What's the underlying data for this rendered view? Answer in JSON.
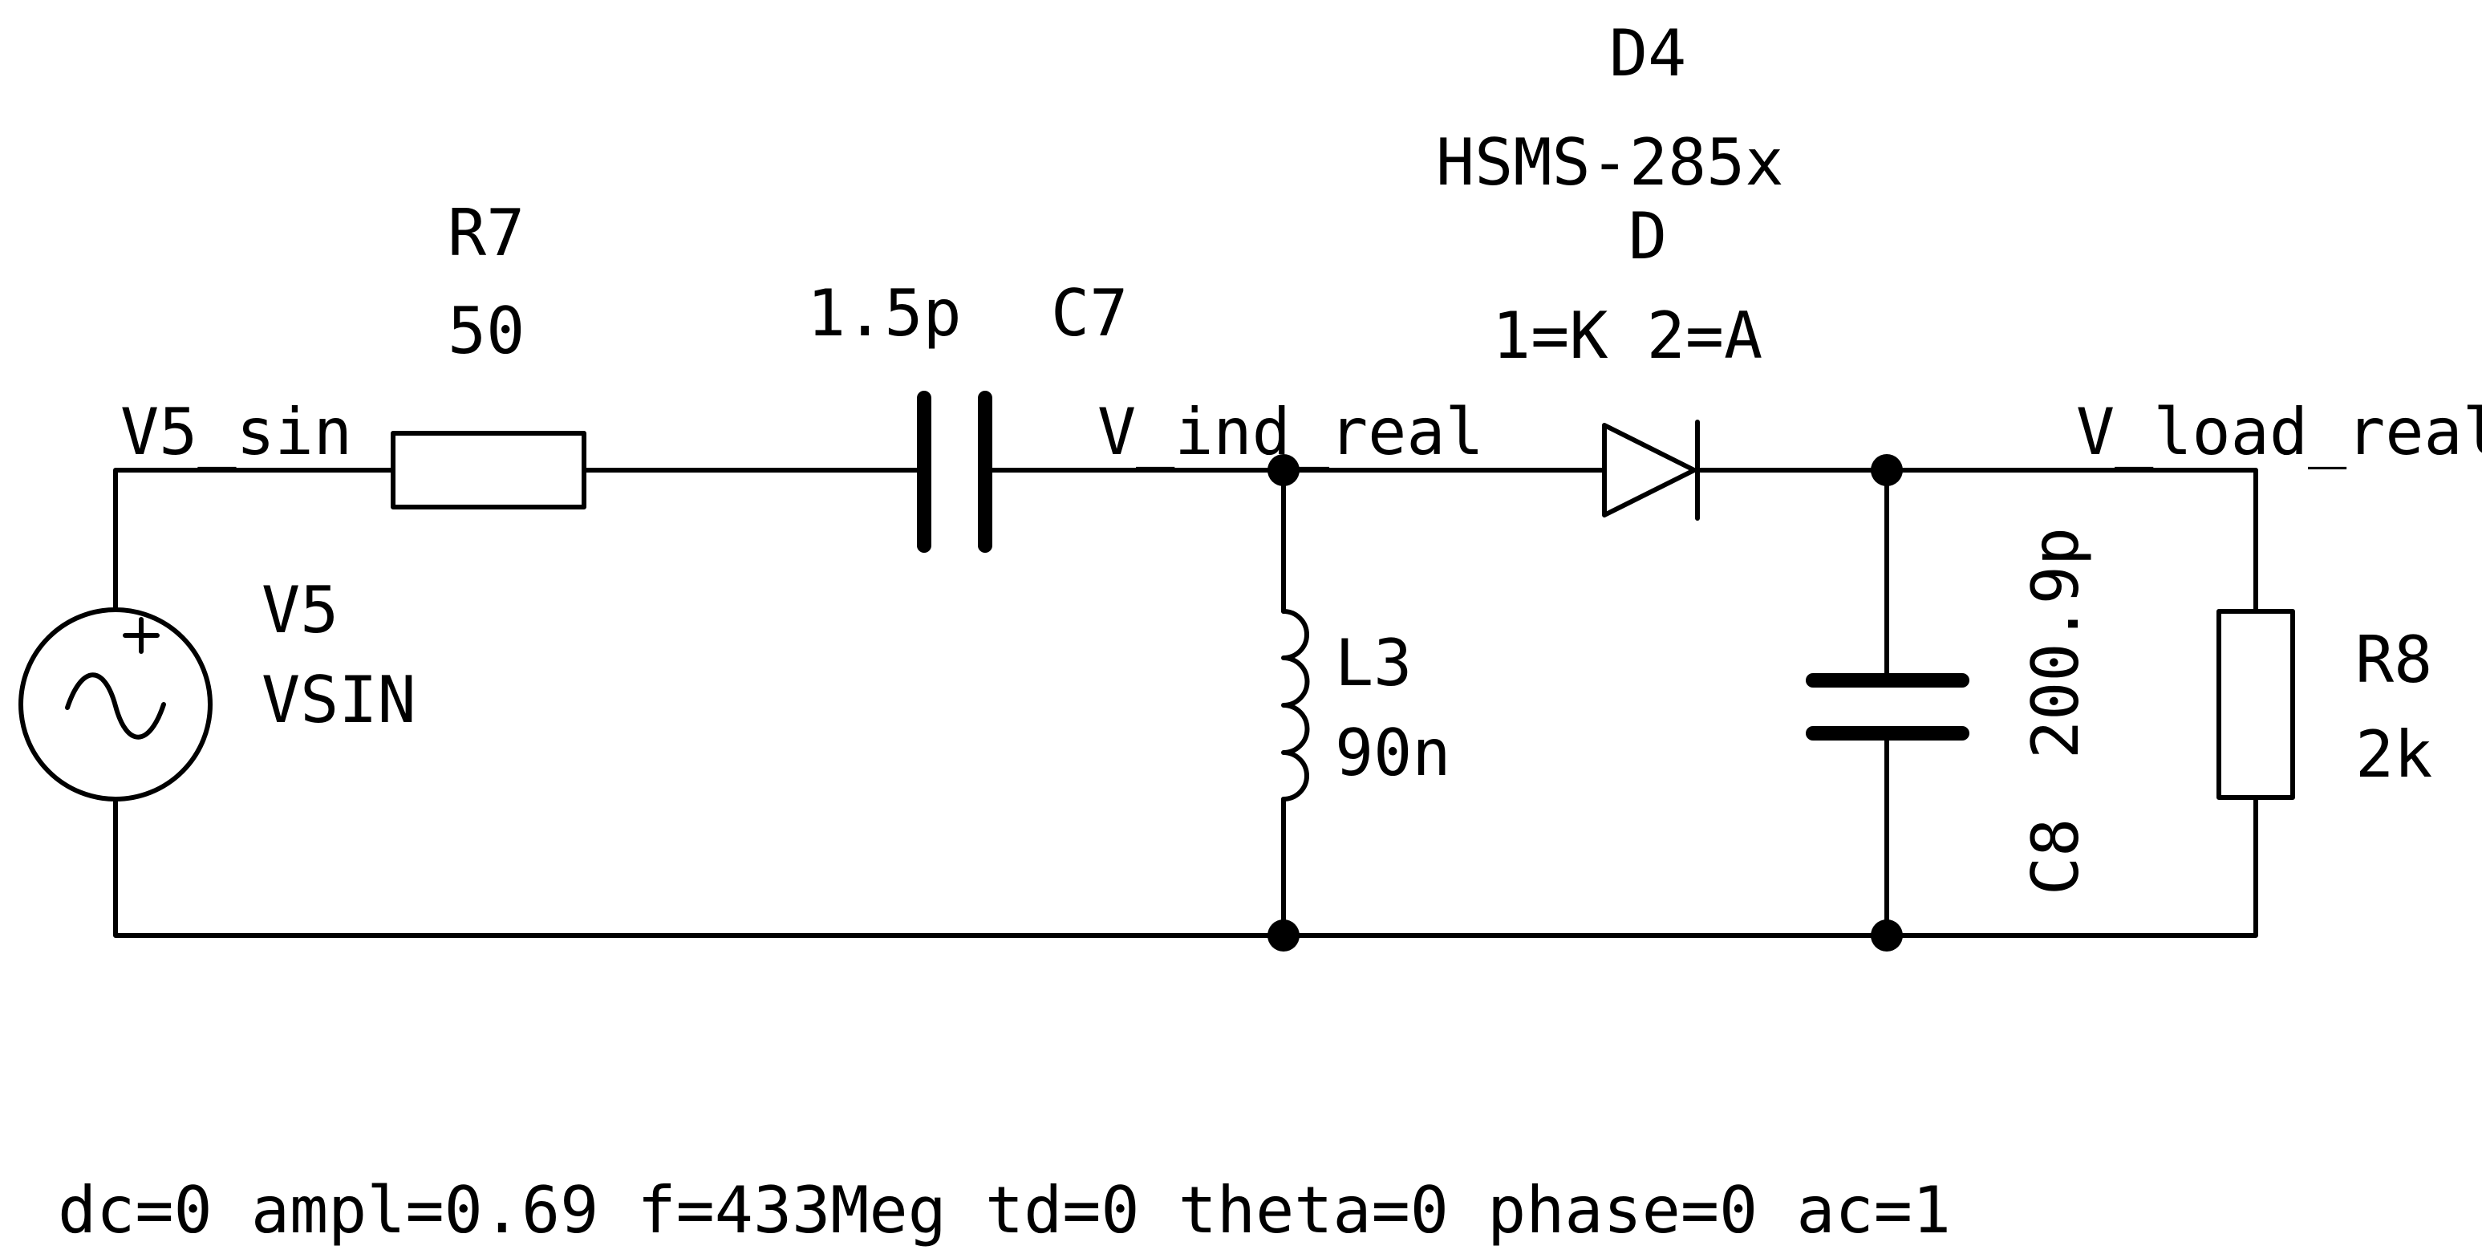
{
  "nets": {
    "source": "V5_sin",
    "inductor_node": "V_ind_real",
    "load": "V_load_real"
  },
  "components": {
    "r7": {
      "ref": "R7",
      "value": "50"
    },
    "c7": {
      "ref": "C7",
      "value": "1.5p"
    },
    "d4": {
      "ref": "D4",
      "model": "HSMS-285x",
      "type": "D",
      "pins": "1=K 2=A"
    },
    "l3": {
      "ref": "L3",
      "value": "90n"
    },
    "c8": {
      "ref": "C8",
      "value": "200.9p"
    },
    "r8": {
      "ref": "R8",
      "value": "2k"
    },
    "v5": {
      "ref": "V5",
      "type": "VSIN",
      "polarity": "+"
    }
  },
  "source_params": "dc=0 ampl=0.69 f=433Meg td=0 theta=0 phase=0 ac=1"
}
